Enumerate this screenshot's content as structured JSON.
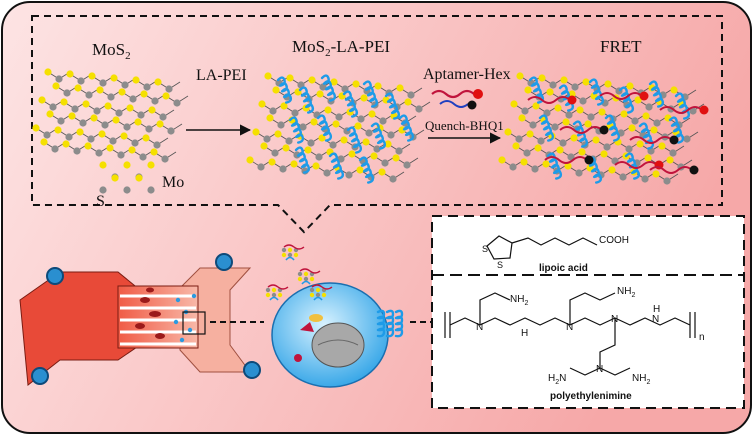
{
  "stages": {
    "mos2": "MoS",
    "mos2_sub": "2",
    "mos2_la_pei": "MoS",
    "mos2_la_pei_sub": "2",
    "mos2_la_pei_suffix": "-LA-PEI",
    "fret": "FRET"
  },
  "arrows": {
    "la_pei": "LA-PEI",
    "aptamer": "Aptamer-Hex",
    "quench": "Quench-BHQ1"
  },
  "legend": {
    "mo": "Mo",
    "s": "S"
  },
  "chemistry": {
    "lipoic_ring_s1": "S",
    "lipoic_ring_s2": "S",
    "cooh": "COOH",
    "lipoic_name": "lipoic acid",
    "nh2_a": "NH",
    "nh2_b": "NH",
    "nh2_c": "H",
    "nh2_d": "NH",
    "nh_1": "N",
    "nh_2": "N",
    "nh_3": "N",
    "nh_4": "N",
    "nh_5": "N",
    "h_1": "H",
    "h_2": "H",
    "n_sub": "n",
    "pei_name": "polyethylenimine"
  },
  "colors": {
    "background_start": "#fde4e4",
    "background_end": "#f6a8a8",
    "sulfur": "#f5e000",
    "molybdenum": "#8c8c8c",
    "helix": "#1e9be8",
    "aptamer": "#c0143c",
    "quencher": "#111111"
  }
}
